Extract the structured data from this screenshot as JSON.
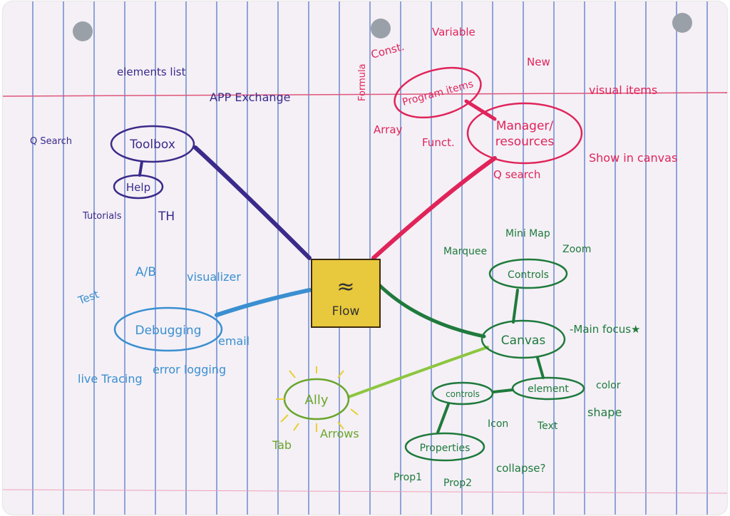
{
  "center": {
    "label": "Flow",
    "icon": "approx-icon",
    "color": "#e8c83c"
  },
  "colors": {
    "toolbox": "#3b2a8a",
    "program": "#e0245a",
    "canvas": "#1f7a3c",
    "debugging": "#3a8fd0",
    "ally": "#6aa52a"
  },
  "toolbox": {
    "label": "Toolbox",
    "elements_list": "elements list",
    "app_exchange": "APP Exchange",
    "q_search": "Q Search",
    "help": {
      "label": "Help",
      "tutorials": "Tutorials",
      "th": "TH"
    }
  },
  "program_items": {
    "label": "Program items",
    "formula": "Formula",
    "const": "Const.",
    "variable": "Variable",
    "array": "Array",
    "funct": "Funct."
  },
  "manager": {
    "label1": "Manager/",
    "label2": "resources",
    "new": "New",
    "visual_items": "visual items",
    "show_in_canvas": "Show in canvas",
    "q_search": "Q search"
  },
  "controls": {
    "label": "Controls",
    "marquee": "Marquee",
    "mini_map": "Mini Map",
    "zoom": "Zoom"
  },
  "canvas": {
    "label": "Canvas",
    "note": "-Main focus★",
    "element": {
      "label": "element",
      "color": "color",
      "shape": "shape",
      "icon": "Icon",
      "text": "Text"
    },
    "element_controls": {
      "label": "controls"
    },
    "properties": {
      "label": "Properties",
      "collapse": "collapse?",
      "prop1": "Prop1",
      "prop2": "Prop2"
    }
  },
  "debugging": {
    "label": "Debugging",
    "test": "Test",
    "ab": "A/B",
    "visualizer": "visualizer",
    "email": "email",
    "live_tracing": "live Tracing",
    "error_logging": "error logging"
  },
  "ally": {
    "label": "Ally",
    "tab": "Tab",
    "arrows": "Arrows"
  }
}
